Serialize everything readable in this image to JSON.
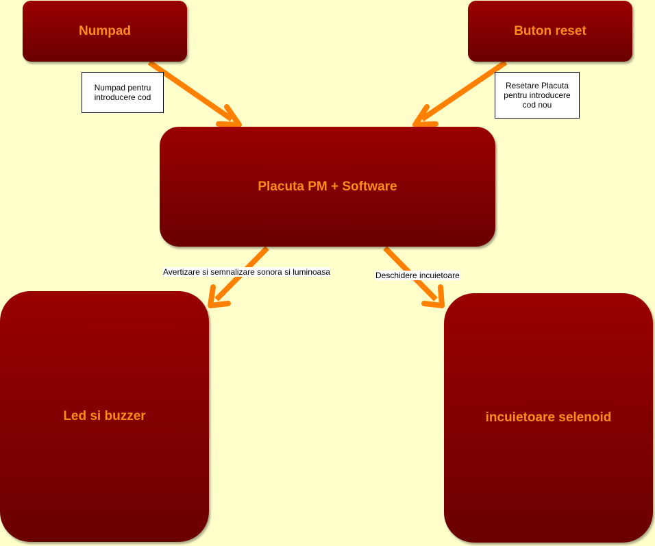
{
  "colors": {
    "background": "#FFFFCC",
    "node_top": "#9A0000",
    "node_bottom": "#6A0000",
    "label": "#FF8C1A",
    "arrow": "#FF8000"
  },
  "nodes": {
    "numpad": "Numpad",
    "reset": "Buton reset",
    "board": "Placuta PM + Software",
    "led": "Led si buzzer",
    "lock": "incuietoare selenoid"
  },
  "notes": {
    "numpad": "Numpad pentru introducere cod",
    "reset": "Resetare Placuta pentru introducere cod nou"
  },
  "edges": {
    "to_led": "Avertizare si semnalizare sonora si luminoasa",
    "to_lock": "Deschidere incuietoare"
  }
}
